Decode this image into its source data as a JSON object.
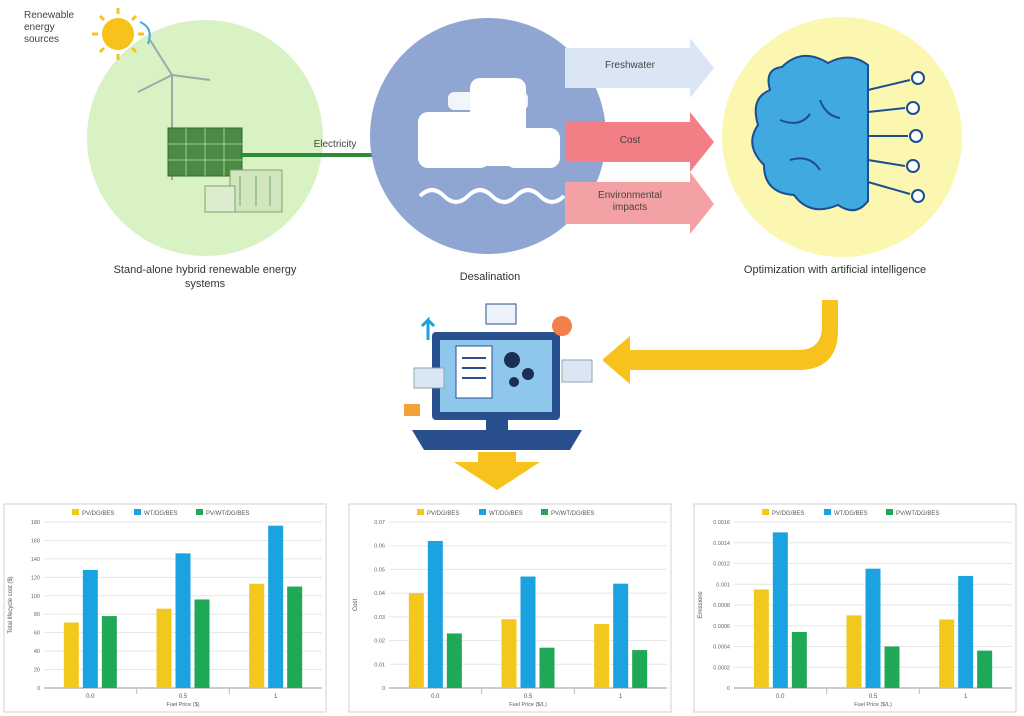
{
  "diagram": {
    "source_label": "Renewable energy sources",
    "electricity_label": "Electricity",
    "outputs": [
      "Freshwater",
      "Cost",
      "Environmental impacts"
    ],
    "captions": {
      "hybrid": "Stand-alone hybrid renewable energy systems",
      "desal": "Desalination",
      "ai": "Optimization with artificial intelligence"
    },
    "colors": {
      "green_circle": "#d9f2c4",
      "blue_circle": "#8fa6d3",
      "yellow_circle": "#fbf6b0",
      "brain": "#3fa9e0",
      "freshwater_arrow": "#dbe6f4",
      "cost_arrow": "#f27e86",
      "env_arrow": "#f4a1a6",
      "curved_arrow": "#f6c21b"
    }
  },
  "chart_data": [
    {
      "type": "bar",
      "legend": [
        "PV/DG/BES",
        "WT/DG/BES",
        "PV/WT/DG/BES"
      ],
      "categories": [
        "0.0",
        "0.5",
        "1"
      ],
      "xlabel": "Fuel Price ($)",
      "ylabel": "Total lifecycle cost ($)",
      "ylim": [
        0,
        180
      ],
      "yticks": [
        "0",
        "20",
        "40",
        "60",
        "80",
        "100",
        "120",
        "140",
        "160",
        "180"
      ],
      "series": [
        {
          "name": "PV/DG/BES",
          "values": [
            71,
            86,
            113
          ]
        },
        {
          "name": "WT/DG/BES",
          "values": [
            128,
            146,
            176
          ]
        },
        {
          "name": "PV/WT/DG/BES",
          "values": [
            78,
            96,
            110
          ]
        }
      ],
      "colors": [
        "#f2c81c",
        "#1aa3e0",
        "#1fa855"
      ]
    },
    {
      "type": "bar",
      "legend": [
        "PV/DG/BES",
        "WT/DG/BES",
        "PV/WT/DG/BES"
      ],
      "categories": [
        "0.0",
        "0.5",
        "1"
      ],
      "xlabel": "Fuel Price ($/L)",
      "ylabel": "Cost",
      "ylim": [
        0,
        0.07
      ],
      "yticks": [
        "0",
        "0.01",
        "0.02",
        "0.03",
        "0.04",
        "0.05",
        "0.06",
        "0.07"
      ],
      "series": [
        {
          "name": "PV/DG/BES",
          "values": [
            0.04,
            0.029,
            0.027
          ]
        },
        {
          "name": "WT/DG/BES",
          "values": [
            0.062,
            0.047,
            0.044
          ]
        },
        {
          "name": "PV/WT/DG/BES",
          "values": [
            0.023,
            0.017,
            0.016
          ]
        }
      ],
      "colors": [
        "#f2c81c",
        "#1aa3e0",
        "#1fa855"
      ]
    },
    {
      "type": "bar",
      "legend": [
        "PV/DG/BES",
        "WT/DG/BES",
        "PV/WT/DG/BES"
      ],
      "categories": [
        "0.0",
        "0.5",
        "1"
      ],
      "xlabel": "Fuel Price ($/L)",
      "ylabel": "Emissions",
      "ylim": [
        0,
        0.0016
      ],
      "yticks": [
        "0",
        "0.0002",
        "0.0004",
        "0.0006",
        "0.0008",
        "0.001",
        "0.0012",
        "0.0014",
        "0.0016"
      ],
      "series": [
        {
          "name": "PV/DG/BES",
          "values": [
            0.00095,
            0.0007,
            0.00066
          ]
        },
        {
          "name": "WT/DG/BES",
          "values": [
            0.0015,
            0.00115,
            0.00108
          ]
        },
        {
          "name": "PV/WT/DG/BES",
          "values": [
            0.00054,
            0.0004,
            0.00036
          ]
        }
      ],
      "colors": [
        "#f2c81c",
        "#1aa3e0",
        "#1fa855"
      ]
    }
  ]
}
